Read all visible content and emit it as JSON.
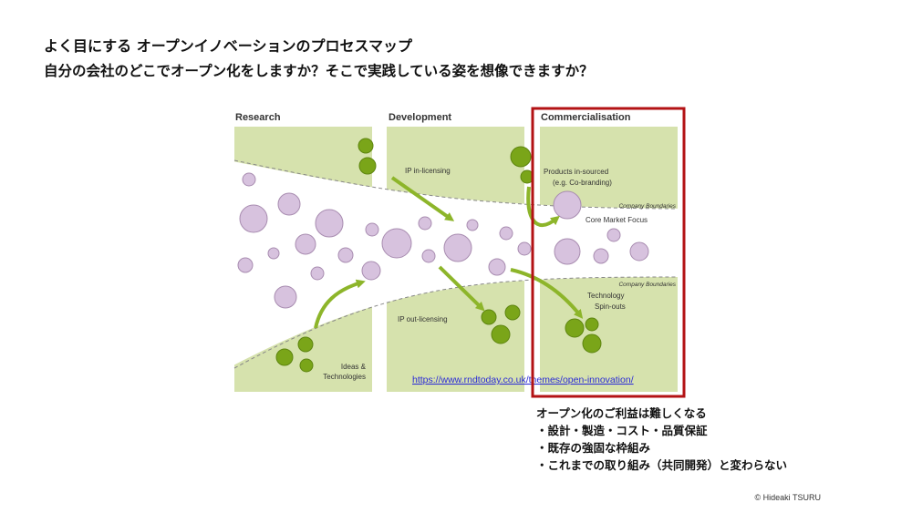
{
  "title_line1": "よく目にする オープンイノベーションのプロセスマップ",
  "title_line2": "自分の会社のどこでオープン化をしますか？そこで実践している姿を想像できますか？",
  "diagram": {
    "columns": [
      "Research",
      "Development",
      "Commercialisation"
    ],
    "labels": {
      "ip_in": "IP in-licensing",
      "products_line1": "Products in-sourced",
      "products_line2": "(e.g. Co-branding)",
      "boundary_top": "Company Boundaries",
      "core": "Core Market Focus",
      "boundary_bottom": "Company Boundaries",
      "tech_line1": "Technology",
      "tech_line2": "Spin-outs",
      "ip_out": "IP out-licensing",
      "ideas_line1": "Ideas &",
      "ideas_line2": "Technologies"
    },
    "url": "https://www.rndtoday.co.uk/themes/open-innovation/",
    "colors": {
      "green_fill": "#d6e2ad",
      "bubble_purple": "#d7c2de",
      "bubble_green": "#7aa519",
      "arrow": "#8db52a",
      "highlight": "#b31214"
    }
  },
  "note": {
    "head": "オープン化のご利益は難しくなる",
    "items": [
      "・設計・製造・コスト・品質保証",
      "・既存の強固な枠組み",
      "・これまでの取り組み（共同開発）と変わらない"
    ]
  },
  "credit": "© Hideaki TSURU"
}
